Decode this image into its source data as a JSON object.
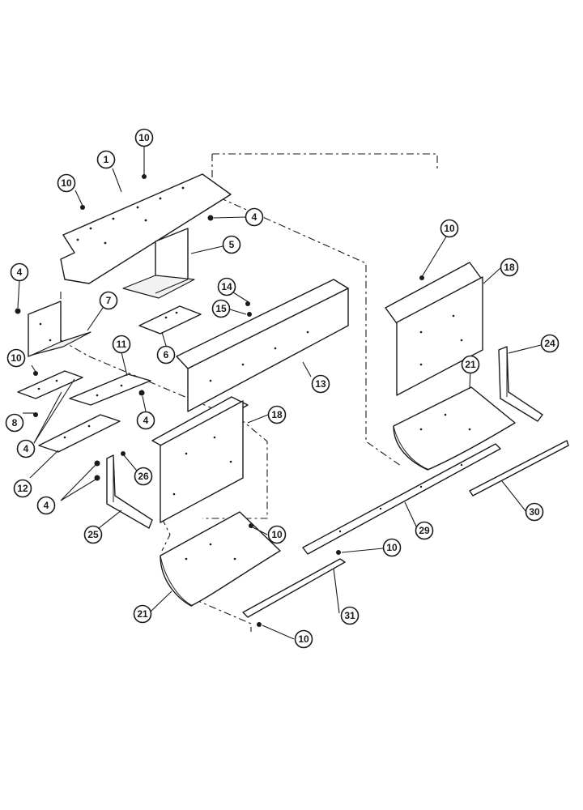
{
  "callouts": [
    {
      "id": "c1",
      "label": "1"
    },
    {
      "id": "c10a",
      "label": "10"
    },
    {
      "id": "c10b",
      "label": "10"
    },
    {
      "id": "c4a",
      "label": "4"
    },
    {
      "id": "c5",
      "label": "5"
    },
    {
      "id": "c4b",
      "label": "4"
    },
    {
      "id": "c7",
      "label": "7"
    },
    {
      "id": "c14",
      "label": "14"
    },
    {
      "id": "c15",
      "label": "15"
    },
    {
      "id": "c6",
      "label": "6"
    },
    {
      "id": "c10c",
      "label": "10"
    },
    {
      "id": "c11",
      "label": "11"
    },
    {
      "id": "c13",
      "label": "13"
    },
    {
      "id": "c8",
      "label": "8"
    },
    {
      "id": "c4c",
      "label": "4"
    },
    {
      "id": "c4d",
      "label": "4"
    },
    {
      "id": "c18a",
      "label": "18"
    },
    {
      "id": "c12",
      "label": "12"
    },
    {
      "id": "c26",
      "label": "26"
    },
    {
      "id": "c4e",
      "label": "4"
    },
    {
      "id": "c25",
      "label": "25"
    },
    {
      "id": "c10d",
      "label": "10"
    },
    {
      "id": "c21a",
      "label": "21"
    },
    {
      "id": "c10e",
      "label": "10"
    },
    {
      "id": "c18b",
      "label": "18"
    },
    {
      "id": "c24",
      "label": "24"
    },
    {
      "id": "c21b",
      "label": "21"
    },
    {
      "id": "c29",
      "label": "29"
    },
    {
      "id": "c10f",
      "label": "10"
    },
    {
      "id": "c30",
      "label": "30"
    },
    {
      "id": "c31",
      "label": "31"
    },
    {
      "id": "c10g",
      "label": "10"
    }
  ]
}
